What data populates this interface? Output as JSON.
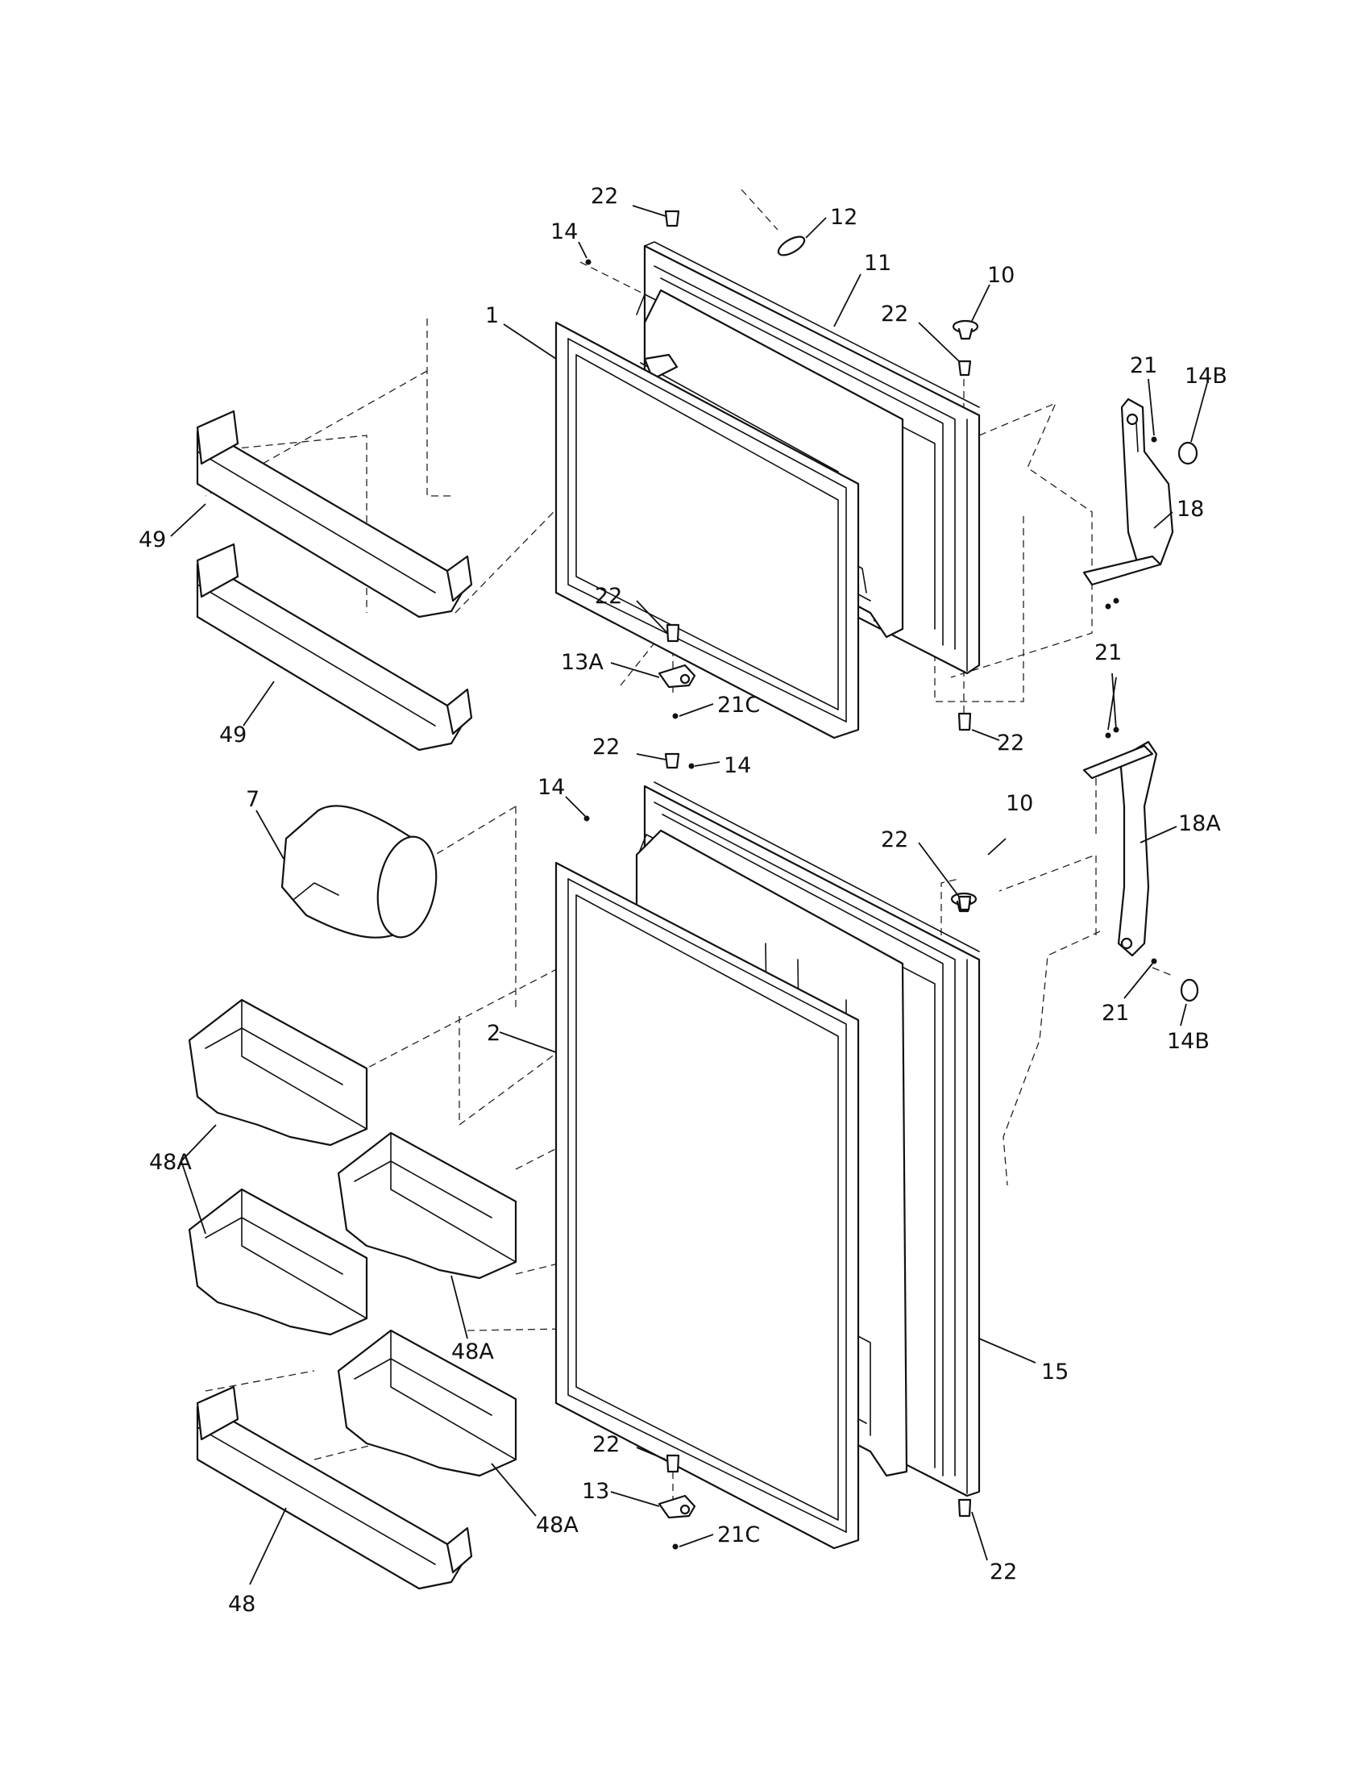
{
  "labels": {
    "l22a": "22",
    "l12": "12",
    "l14a": "14",
    "l11": "11",
    "l10a": "10",
    "l22b": "22",
    "l1": "1",
    "l21a": "21",
    "l14Ba": "14B",
    "l18": "18",
    "l49a": "49",
    "l49b": "49",
    "l22c": "22",
    "l13A": "13A",
    "l21Ca": "21C",
    "l21b": "21",
    "l22d": "22",
    "l22e": "22",
    "l14b": "14",
    "l14c": "14",
    "l7": "7",
    "l10b": "10",
    "l22f": "22",
    "l18A": "18A",
    "l21c": "21",
    "l14Bb": "14B",
    "l2": "2",
    "l48Aa": "48A",
    "l48Ab": "48A",
    "l15": "15",
    "l22g": "22",
    "l13": "13",
    "l48Ac": "48A",
    "l21Cb": "21C",
    "l22h": "22",
    "l48": "48"
  },
  "colors": {
    "line": "#111111",
    "background": "#ffffff"
  }
}
